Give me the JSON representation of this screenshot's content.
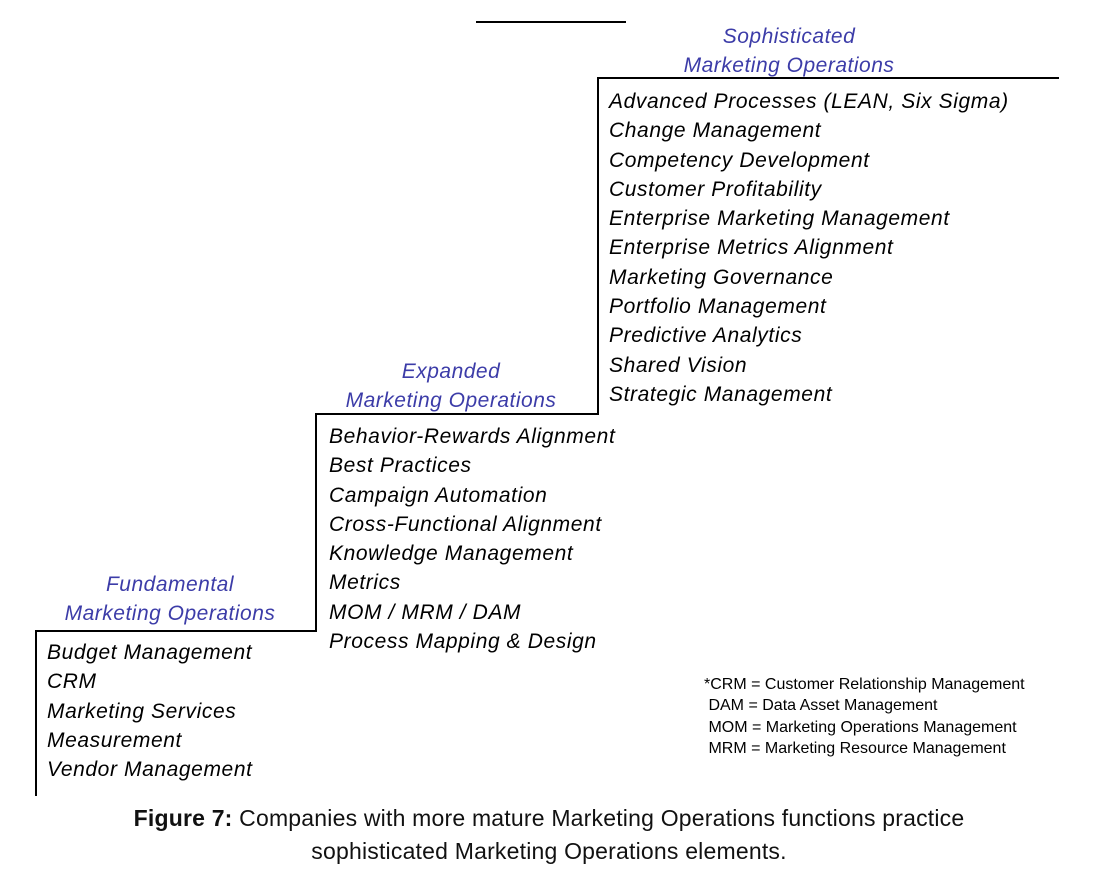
{
  "stages": [
    {
      "title_lines": [
        "Fundamental",
        "Marketing Operations"
      ],
      "items": [
        "Budget Management",
        "CRM",
        "Marketing Services",
        "Measurement",
        "Vendor Management"
      ]
    },
    {
      "title_lines": [
        "Expanded",
        "Marketing Operations"
      ],
      "items": [
        "Behavior-Rewards Alignment",
        "Best Practices",
        "Campaign Automation",
        "Cross-Functional Alignment",
        "Knowledge Management",
        "Metrics",
        "MOM / MRM / DAM",
        "Process Mapping & Design"
      ]
    },
    {
      "title_lines": [
        "Sophisticated",
        "Marketing Operations"
      ],
      "items": [
        "Advanced Processes (LEAN, Six Sigma)",
        "Change Management",
        "Competency Development",
        "Customer Profitability",
        "Enterprise Marketing Management",
        "Enterprise Metrics Alignment",
        "Marketing Governance",
        "Portfolio Management",
        "Predictive Analytics",
        "Shared Vision",
        "Strategic Management"
      ]
    }
  ],
  "legend": [
    "*CRM = Customer Relationship Management",
    " DAM = Data Asset Management",
    " MOM = Marketing Operations Management",
    " MRM = Marketing Resource Management"
  ],
  "caption": {
    "label": "Figure 7:",
    "text": " Companies with more mature Marketing Operations functions practice",
    "line2": "sophisticated Marketing Operations elements."
  },
  "colors": {
    "stage_title": "#3c3ca8",
    "text": "#000000",
    "line": "#000000"
  }
}
